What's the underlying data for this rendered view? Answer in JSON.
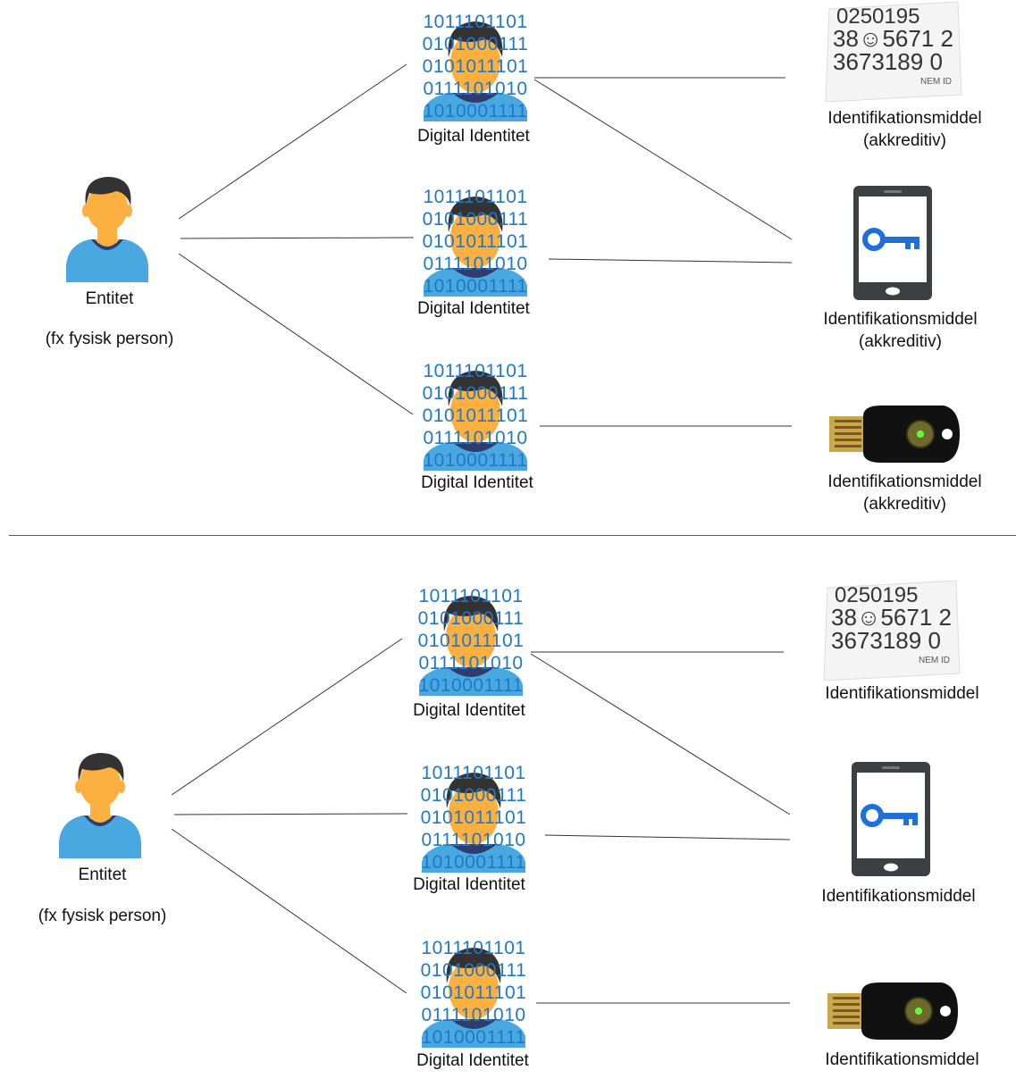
{
  "colors": {
    "skin": "#fbb040",
    "hair": "#333333",
    "shirt": "#4aa8e0",
    "binary": "#1f78c8",
    "key": "#1e6fd9",
    "divider": "#b03050",
    "line": "#333333"
  },
  "binary_lines": [
    "1011101101",
    "0101000111",
    "0101011101",
    "0111101010",
    "1010001111"
  ],
  "card_text": {
    "line1": "0250195",
    "line2": "38☺5671 2",
    "line3": "3673189 0",
    "badge": "NEM ID"
  },
  "top": {
    "entity": {
      "icon": "person-icon",
      "name": "Entitet",
      "note": "(fx fysisk person)"
    },
    "identities": [
      {
        "label": "Digital Identitet"
      },
      {
        "label": "Digital Identitet"
      },
      {
        "label": "Digital Identitet"
      }
    ],
    "credentials": [
      {
        "icon": "code-card-icon",
        "line1": "Identifikationsmiddel",
        "line2": "(akkreditiv)"
      },
      {
        "icon": "phone-key-icon",
        "line1": "Identifikationsmiddel",
        "line2": "(akkreditiv)"
      },
      {
        "icon": "security-key-icon",
        "line1": "Identifikationsmiddel",
        "line2": "(akkreditiv)"
      }
    ]
  },
  "bottom": {
    "entity": {
      "icon": "person-icon",
      "name": "Entitet",
      "note": "(fx fysisk person)"
    },
    "identities": [
      {
        "label": "Digital Identitet"
      },
      {
        "label": "Digital Identitet"
      },
      {
        "label": "Digital Identitet"
      }
    ],
    "credentials": [
      {
        "icon": "code-card-icon",
        "line1": "Identifikationsmiddel"
      },
      {
        "icon": "phone-key-icon",
        "line1": "Identifikationsmiddel"
      },
      {
        "icon": "security-key-icon",
        "line1": "Identifikationsmiddel"
      }
    ]
  }
}
